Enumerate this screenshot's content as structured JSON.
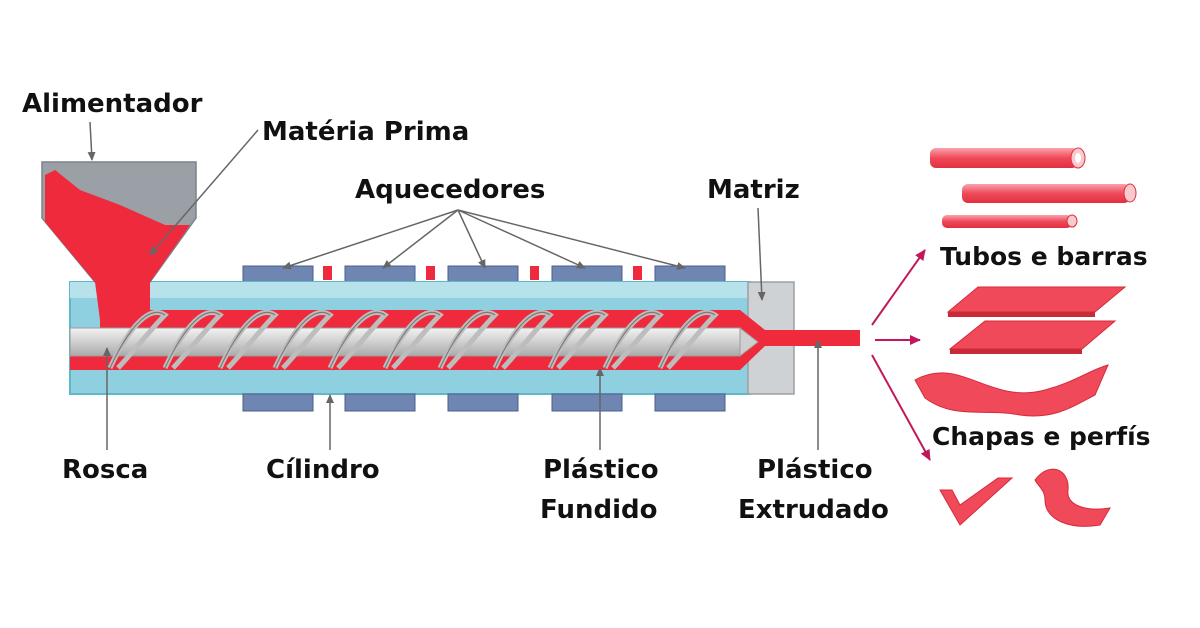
{
  "diagram": {
    "labels": {
      "alimentador": "Alimentador",
      "materia_prima": "Matéria Prima",
      "aquecedores": "Aquecedores",
      "matriz": "Matriz",
      "tubos_barras": "Tubos e barras",
      "chapas_perfis": "Chapas e perfís",
      "rosca": "Rosca",
      "cilindro": "Cílindro",
      "plastico_fundido_1": "Plástico",
      "plastico_fundido_2": "Fundido",
      "plastico_extrudado_1": "Plástico",
      "plastico_extrudado_2": "Extrudado"
    },
    "colors": {
      "barrel": "#8fd0e0",
      "barrel_dark": "#5fb7cc",
      "melt": "#ee2a3c",
      "heater": "#6f86b3",
      "heater_stroke": "#4b5f8a",
      "hopper": "#9aa0a6",
      "screw": "#d9d9d9",
      "die": "#cfd2d4",
      "product": "#f04a5a",
      "product_light": "#f8a3ab",
      "arrow": "#c2185b",
      "pointer": "#666666"
    }
  }
}
